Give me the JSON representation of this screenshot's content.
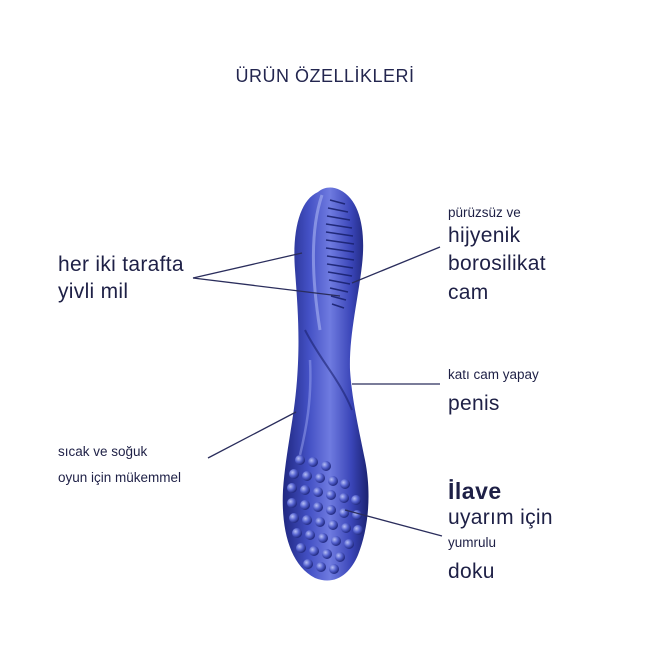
{
  "title": "ÜRÜN ÖZELLİKLERİ",
  "callouts": {
    "ribbed": {
      "line1": "her iki tarafta",
      "line2": "yivli mil"
    },
    "glass": {
      "line1": "pürüzsüz ve",
      "line2": "hijyenik",
      "line3": "borosilikat",
      "line4": "cam"
    },
    "solid": {
      "line1": "katı cam yapay",
      "line2": "penis"
    },
    "temperature": {
      "line1": "sıcak ve soğuk",
      "line2": "oyun için mükemmel"
    },
    "texture": {
      "line1": "İlave",
      "line2": "uyarım için",
      "line3": "yumrulu",
      "line4": "doku"
    }
  },
  "colors": {
    "text": "#1e2046",
    "product_main": "#3a45b8",
    "product_dark": "#1f2780",
    "product_light": "#8f9ae8",
    "leader_line": "#2a2d5c"
  }
}
